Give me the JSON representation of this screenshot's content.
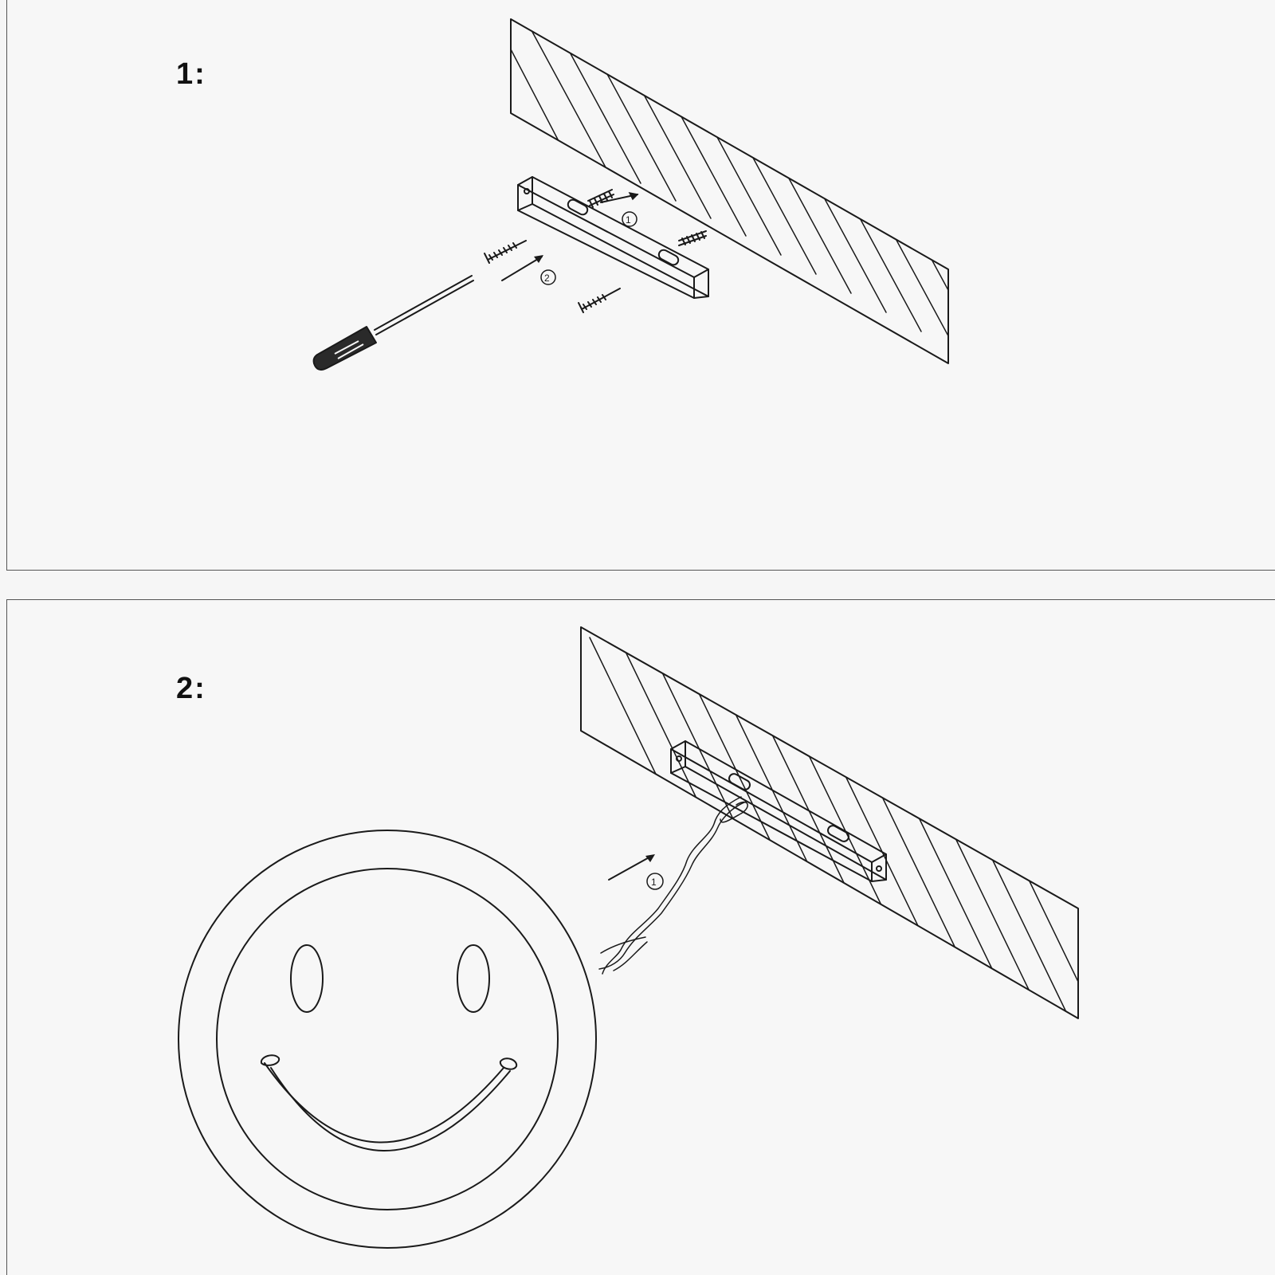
{
  "steps": [
    {
      "label": "1:",
      "callouts": [
        "1",
        "2"
      ]
    },
    {
      "label": "2:",
      "callouts": [
        "1"
      ]
    }
  ],
  "colors": {
    "line": "#1a1a1a",
    "background": "#f7f7f7",
    "border": "#555555"
  },
  "icons": [
    "wall-hatched-icon",
    "mounting-bracket-icon",
    "screw-icon",
    "wall-anchor-icon",
    "screwdriver-icon",
    "arrow-icon",
    "smiley-face-lamp-icon",
    "power-wire-icon"
  ]
}
